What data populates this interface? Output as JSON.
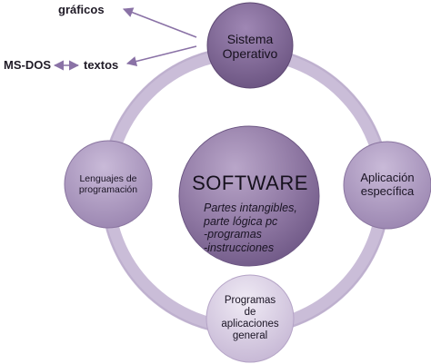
{
  "center": {
    "title": "SOFTWARE",
    "lines": [
      "Partes intangibles,",
      "parte lógica pc",
      "-programas",
      "-instrucciones"
    ]
  },
  "nodes": {
    "top": {
      "lines": [
        "Sistema",
        "Operativo"
      ]
    },
    "right": {
      "lines": [
        "Aplicación",
        "específica"
      ]
    },
    "bottom": {
      "lines": [
        "Programas",
        "de",
        "aplicaciones",
        "general"
      ]
    },
    "left": {
      "lines": [
        "Lenguajes de",
        "programación"
      ]
    }
  },
  "annotations": {
    "graficos": "gráficos",
    "textos": "textos",
    "msdos": "MS-DOS"
  },
  "colors": {
    "ring": "#c9bcd6",
    "node_top": "#7b6290",
    "node_side": "#a996bd",
    "node_bottom": "#d8cde3",
    "center": "#8c74a0",
    "arrow": "#8a72a6"
  }
}
